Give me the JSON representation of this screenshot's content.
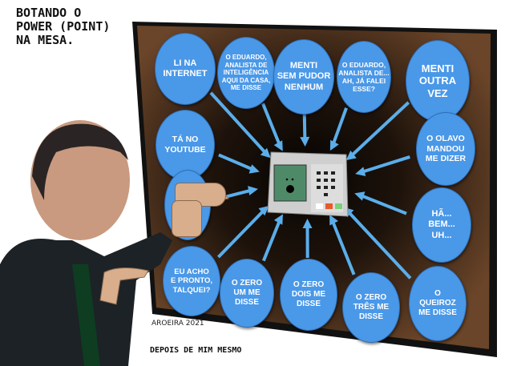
{
  "title": "BOTANDO O\nPOWER (POINT)\nNA MESA.",
  "credit": "DEPOIS DE MIM MESMO",
  "signature": "AROEIRA 2021",
  "bubbles": [
    "LI NA\nINTERNET",
    "O EDUARDO,\nANALISTA DE\nINTELIGÊNCIA\nAQUI DA CASA,\nME DISSE",
    "MENTI\nSEM PUDOR\nNENHUM",
    "O EDUARDO,\nANALISTA DE...\nAH, JÁ FALEI\nESSE?",
    "MENTI\nOUTRA\nVEZ",
    "TÁ NO\nYOUTUBE",
    "O OLAVO\nMANDOU\nME DIZER",
    "HÃ...\nBEM...\nUH...",
    "EU ACHO\nE PRONTO,\nTALQUEI?",
    "O ZERO\nUM ME\nDISSE",
    "O ZERO\nDOIS ME\nDISSE",
    "O ZERO\nTRÊS ME\nDISSE",
    "O\nQUEIROZ\nME DISSE"
  ],
  "colors": {
    "board": "#5a3a22",
    "bubble": "#4a98e8",
    "arrow": "#5aaeea"
  }
}
